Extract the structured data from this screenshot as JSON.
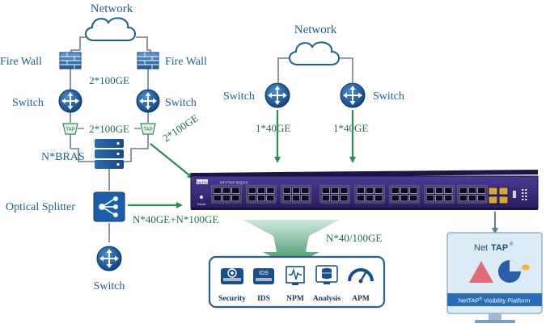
{
  "left": {
    "network": "Network",
    "firewall_left": "Fire Wall",
    "firewall_right": "Fire Wall",
    "link_fw_switch": "2*100GE",
    "switch_left": "Switch",
    "switch_right": "Switch",
    "tap_left": "TAP",
    "tap_right": "TAP",
    "link_tap": "2*100GE",
    "link_diag": "2*100GE",
    "bras": "N*BRAS",
    "splitter": "Optical Splitter",
    "link_splitter": "N*40GE+N*100GE",
    "switch_bottom": "Switch"
  },
  "right": {
    "network": "Network",
    "switch_left": "Switch",
    "switch_right": "Switch",
    "link_left": "1*40GE",
    "link_right": "1*40GE"
  },
  "device": {
    "brand": "NetTAP",
    "model": "NT-FTAP-56QCX",
    "reset": "Reset"
  },
  "output": {
    "link": "N*40/100GE",
    "tools": [
      {
        "label": "Security",
        "icon": "security-icon"
      },
      {
        "label": "IDS",
        "icon": "ids-icon"
      },
      {
        "label": "NPM",
        "icon": "npm-icon"
      },
      {
        "label": "Analysis",
        "icon": "analysis-icon"
      },
      {
        "label": "APM",
        "icon": "apm-icon"
      }
    ]
  },
  "monitor": {
    "brand_net": "Net",
    "brand_tap": "TAP",
    "reg": "®",
    "platform": "NetTAP",
    "platform_suffix": " Visibility Platform"
  },
  "colors": {
    "label_blue": "#1f5f86",
    "arrow_green": "#2e8b57",
    "device_purple": "#3b2a7a",
    "icon_blue": "#1a4f86"
  }
}
